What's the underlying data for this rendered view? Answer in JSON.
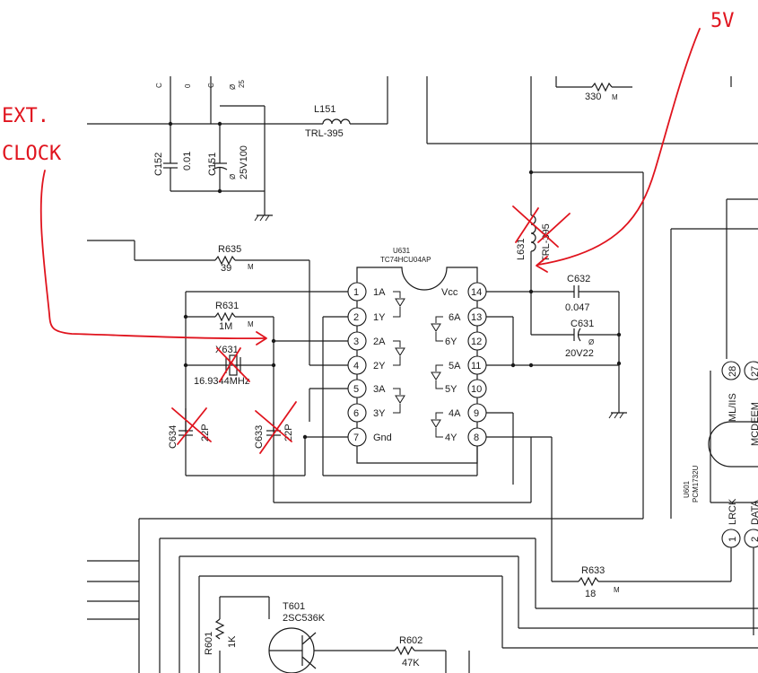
{
  "annotations": {
    "ext_clock_line1": "EXT.",
    "ext_clock_line2": "CLOCK",
    "five_volts": "5V",
    "color": "#e0141e"
  },
  "components": {
    "l151": {
      "ref": "L151",
      "value": "TRL-395"
    },
    "c152": {
      "ref": "C152",
      "value": "0.01"
    },
    "c151": {
      "ref": "C151",
      "value": "25V100"
    },
    "r_top": {
      "value": "330",
      "suffix": "M"
    },
    "r635": {
      "ref": "R635",
      "value": "39",
      "suffix": "M"
    },
    "r631": {
      "ref": "R631",
      "value": "1M",
      "suffix": "M"
    },
    "x631": {
      "ref": "X631",
      "value": "16.9344MHz"
    },
    "c634": {
      "ref": "C634",
      "value": "22P"
    },
    "c633": {
      "ref": "C633",
      "value": "22P"
    },
    "l631": {
      "ref": "L631",
      "value": "TRL-395"
    },
    "c632": {
      "ref": "C632",
      "value": "0.047"
    },
    "c631": {
      "ref": "C631",
      "value": "20V22"
    },
    "r633": {
      "ref": "R633",
      "value": "18",
      "suffix": "M"
    },
    "t601": {
      "ref": "T601",
      "value": "2SC536K"
    },
    "r601": {
      "ref": "R601",
      "value": "1K"
    },
    "r602": {
      "ref": "R602",
      "value": "47K"
    }
  },
  "u631": {
    "ref": "U631",
    "part": "TC74HCU04AP",
    "left_pins": [
      {
        "num": "1",
        "name": "1A"
      },
      {
        "num": "2",
        "name": "1Y"
      },
      {
        "num": "3",
        "name": "2A"
      },
      {
        "num": "4",
        "name": "2Y"
      },
      {
        "num": "5",
        "name": "3A"
      },
      {
        "num": "6",
        "name": "3Y"
      },
      {
        "num": "7",
        "name": "Gnd"
      }
    ],
    "right_pins": [
      {
        "num": "14",
        "name": "Vcc"
      },
      {
        "num": "13",
        "name": "6A"
      },
      {
        "num": "12",
        "name": "6Y"
      },
      {
        "num": "11",
        "name": "5A"
      },
      {
        "num": "10",
        "name": "5Y"
      },
      {
        "num": "9",
        "name": "4A"
      },
      {
        "num": "8",
        "name": "4Y"
      }
    ]
  },
  "u601": {
    "ref": "U601",
    "part": "PCM1732U",
    "pins": [
      {
        "num": "28",
        "name": "ML/IIS"
      },
      {
        "num": "27",
        "name": "MCDEEM"
      },
      {
        "num": "1",
        "name": "LRCK"
      },
      {
        "num": "2",
        "name": "DATA"
      }
    ]
  }
}
